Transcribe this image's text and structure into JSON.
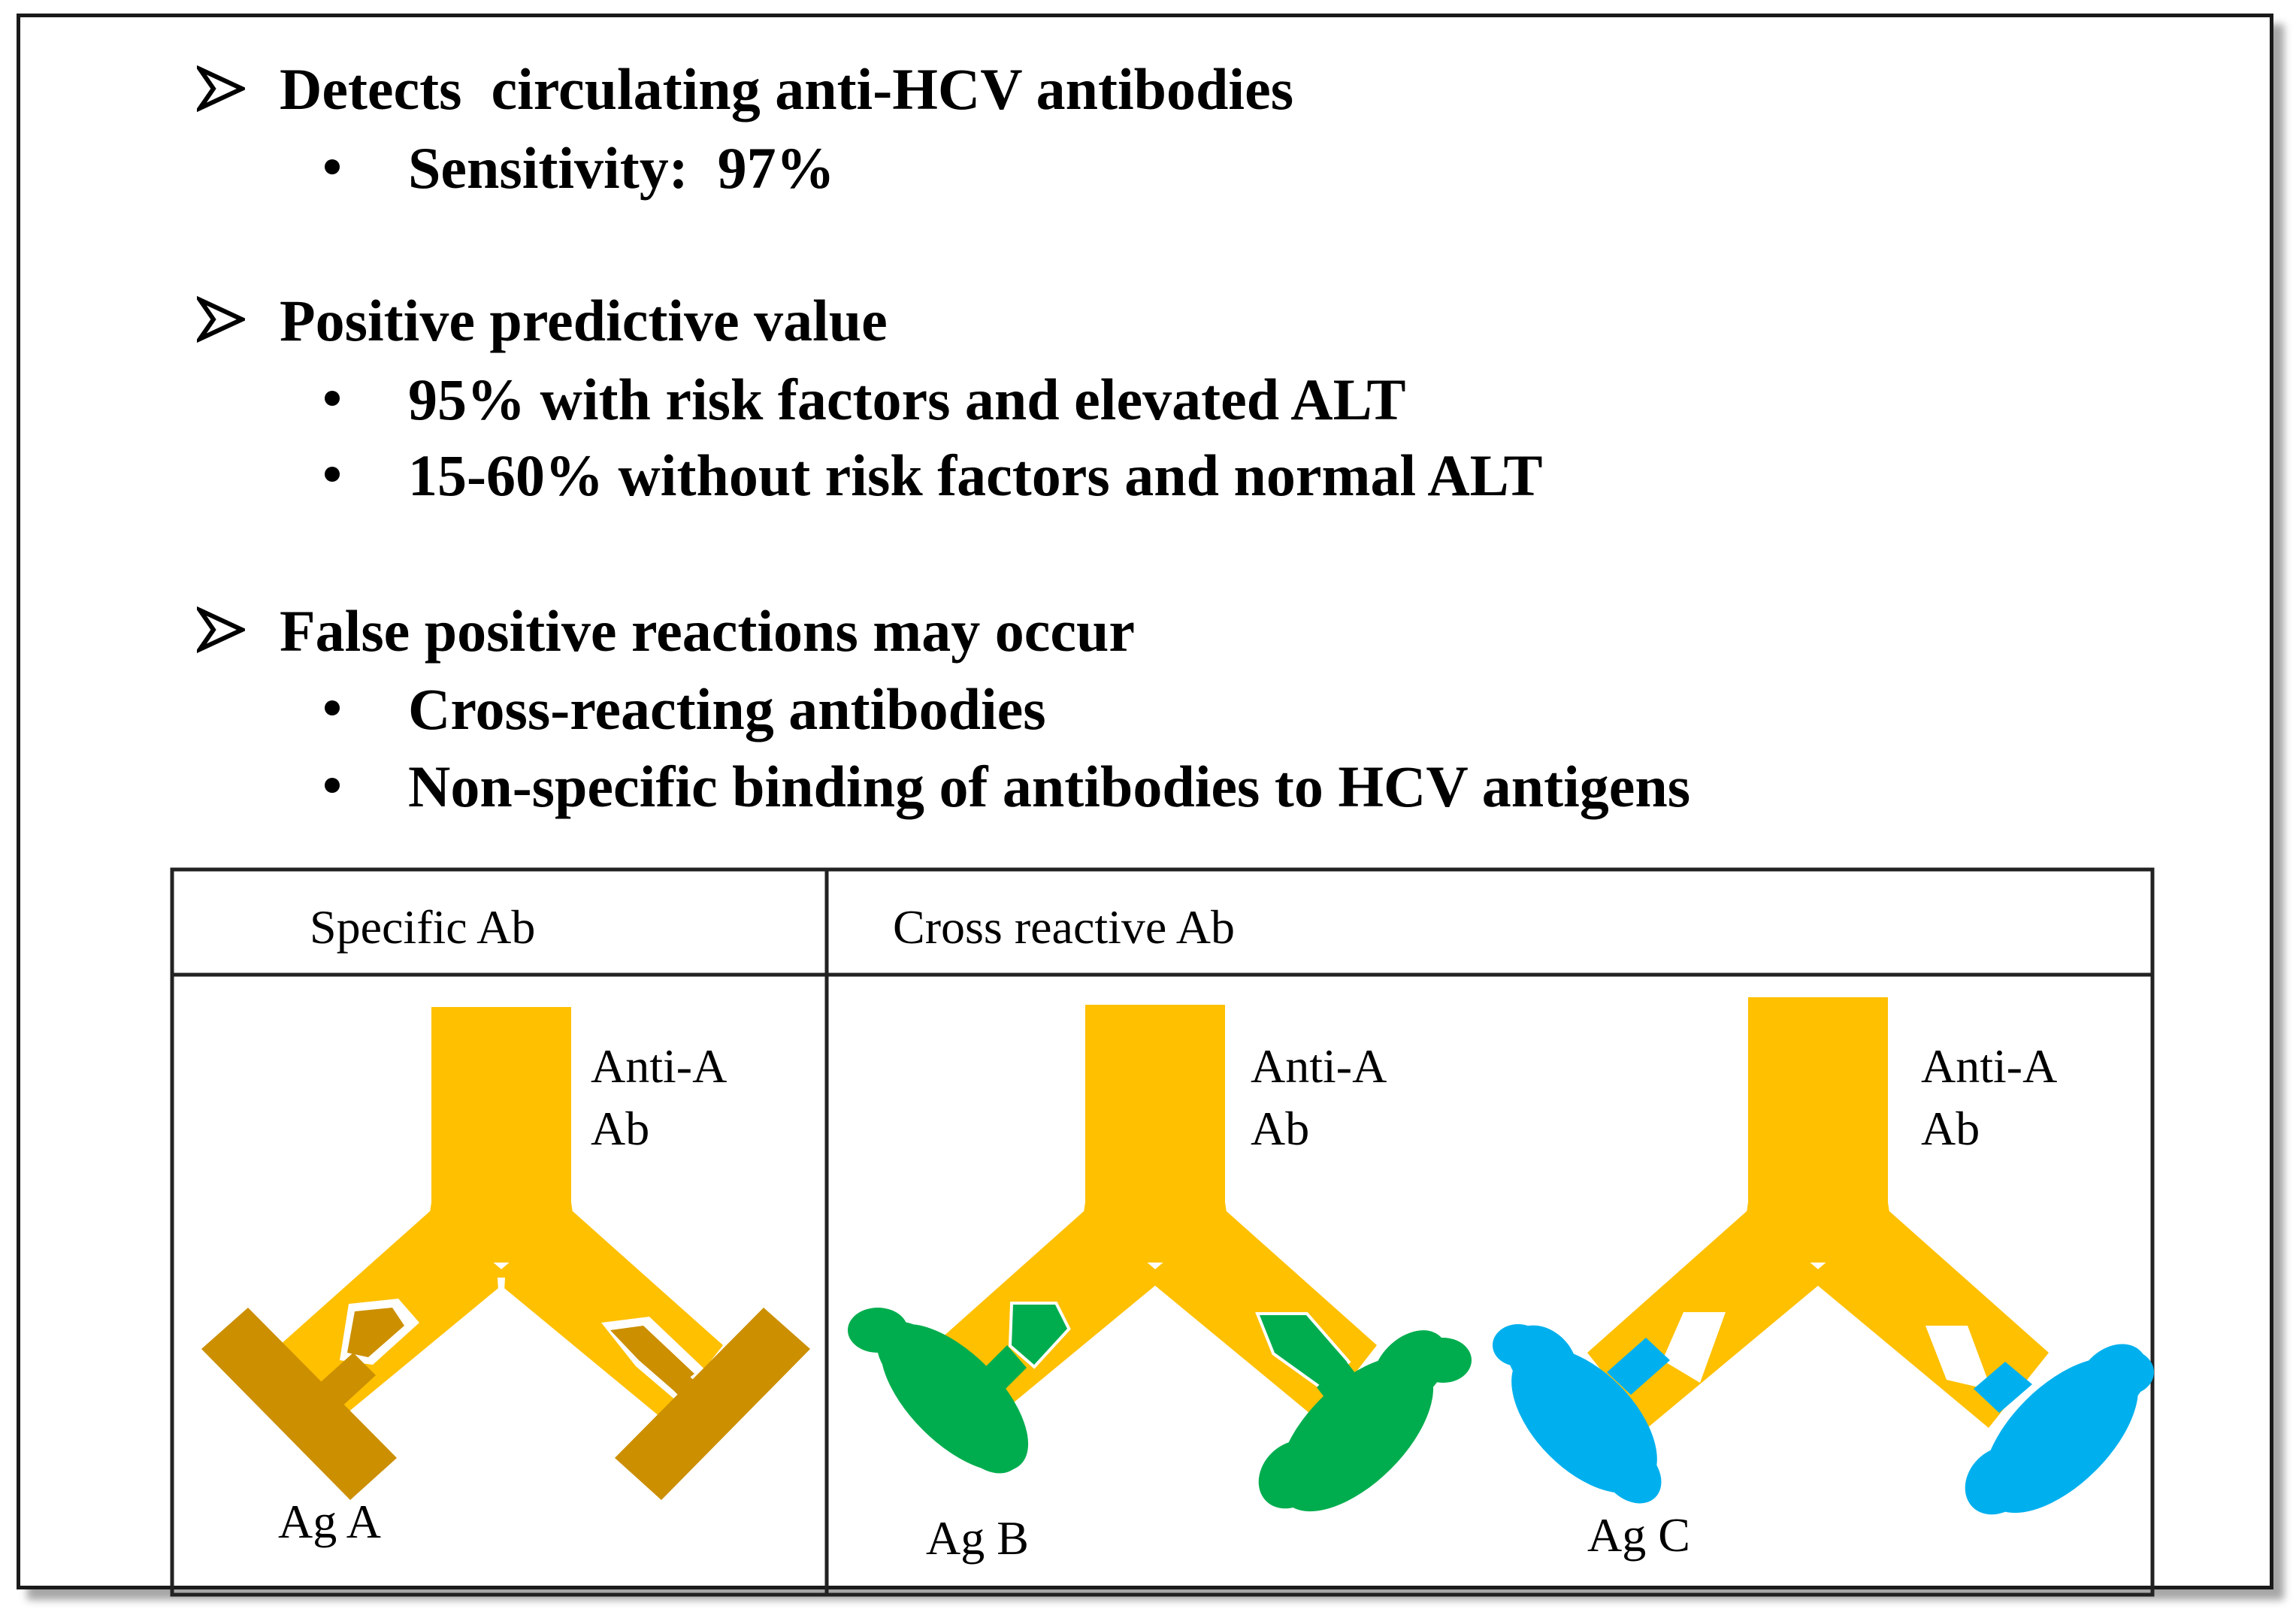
{
  "bullets": [
    {
      "title": "Detects  circulating anti-HCV antibodies",
      "items": [
        "Sensitivity:  97%"
      ]
    },
    {
      "title": "Positive predictive value",
      "items": [
        "95% with risk factors and elevated ALT",
        "15-60% without risk factors and normal ALT"
      ]
    },
    {
      "title": "False positive reactions may occur",
      "items": [
        "Cross-reacting antibodies",
        "Non-specific binding of antibodies to HCV antigens"
      ]
    }
  ],
  "table": {
    "headers": [
      "Specific Ab",
      "Cross reactive Ab"
    ],
    "panels": [
      {
        "antibody_line1": "Anti-A",
        "antibody_line2": "Ab",
        "antigen": "Ag  A",
        "antigen_color": "#cc8f00"
      },
      {
        "antibody_line1": "Anti-A",
        "antibody_line2": "Ab",
        "antigen": "Ag  B",
        "antigen_color": "#00ad4e"
      },
      {
        "antibody_line1": "Anti-A",
        "antibody_line2": "Ab",
        "antigen": "Ag  C",
        "antigen_color": "#00b0ee"
      }
    ]
  },
  "colors": {
    "antibody": "#ffc000",
    "frame": "#1a1a1a"
  }
}
